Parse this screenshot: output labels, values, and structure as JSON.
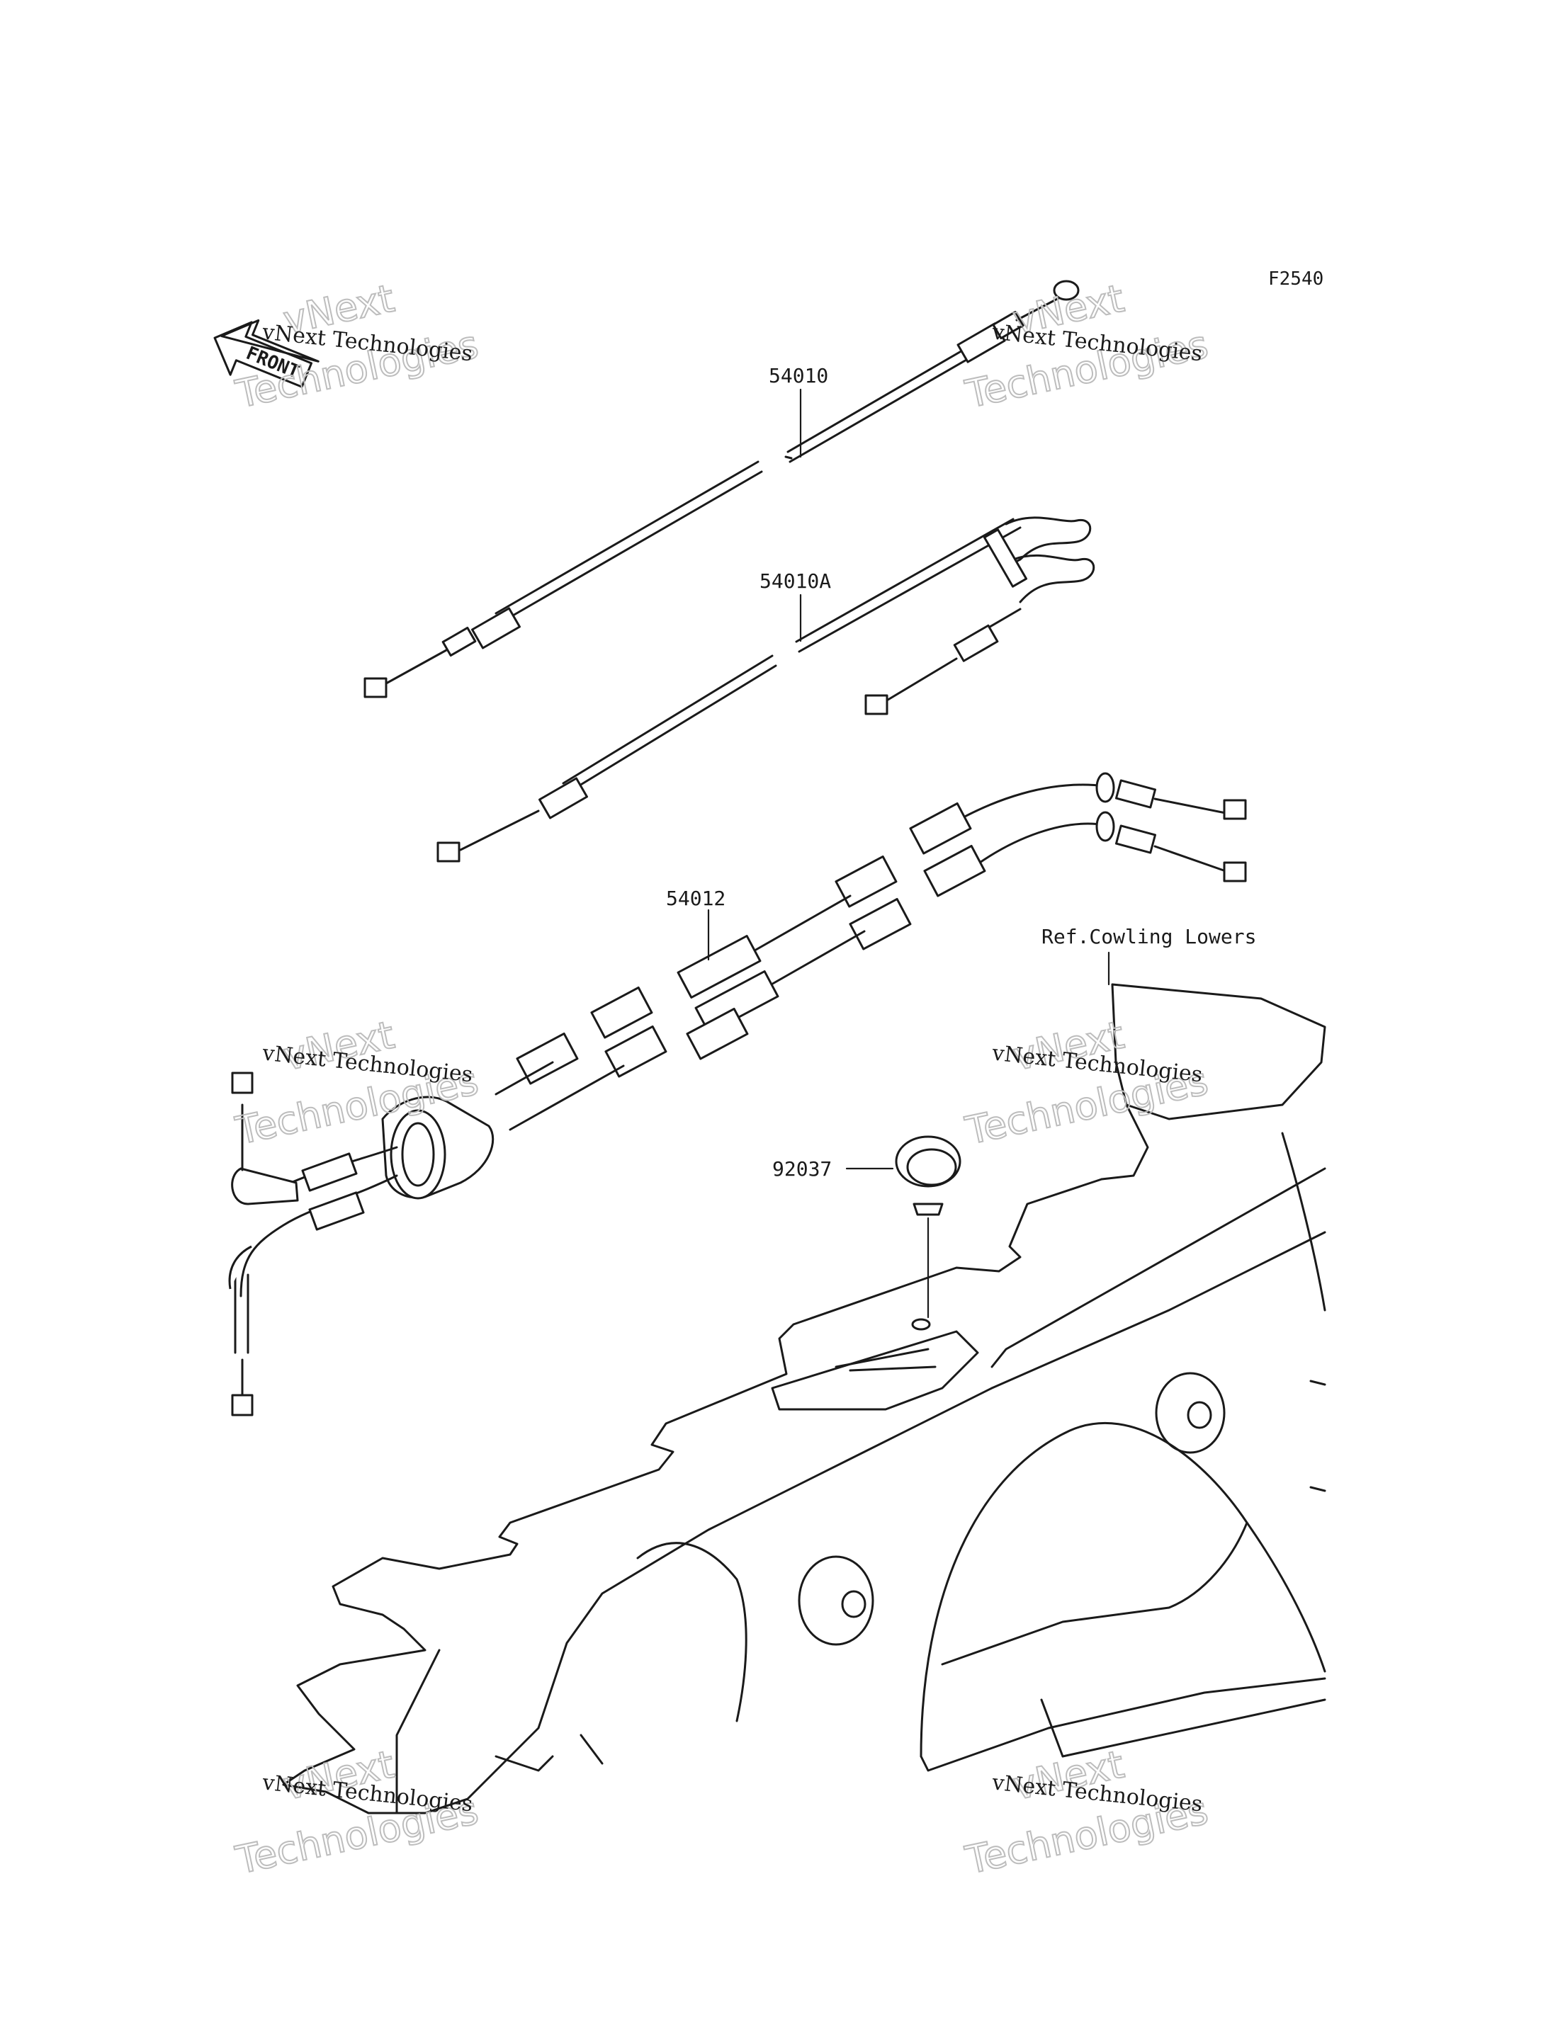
{
  "diagram": {
    "code": "F2540",
    "front_label": "FRONT",
    "reference_note": "Ref.Cowling Lowers"
  },
  "callouts": [
    {
      "id": "54010",
      "label": "54010"
    },
    {
      "id": "54010A",
      "label": "54010A"
    },
    {
      "id": "54012",
      "label": "54012"
    },
    {
      "id": "92037",
      "label": "92037"
    }
  ],
  "watermark": {
    "line": "vNext Technologies",
    "big_top": "vNext",
    "big_bottom": "Technologies"
  },
  "colors": {
    "line": "#1a1a1a",
    "watermark": "#bdbdbd",
    "background": "#ffffff"
  }
}
